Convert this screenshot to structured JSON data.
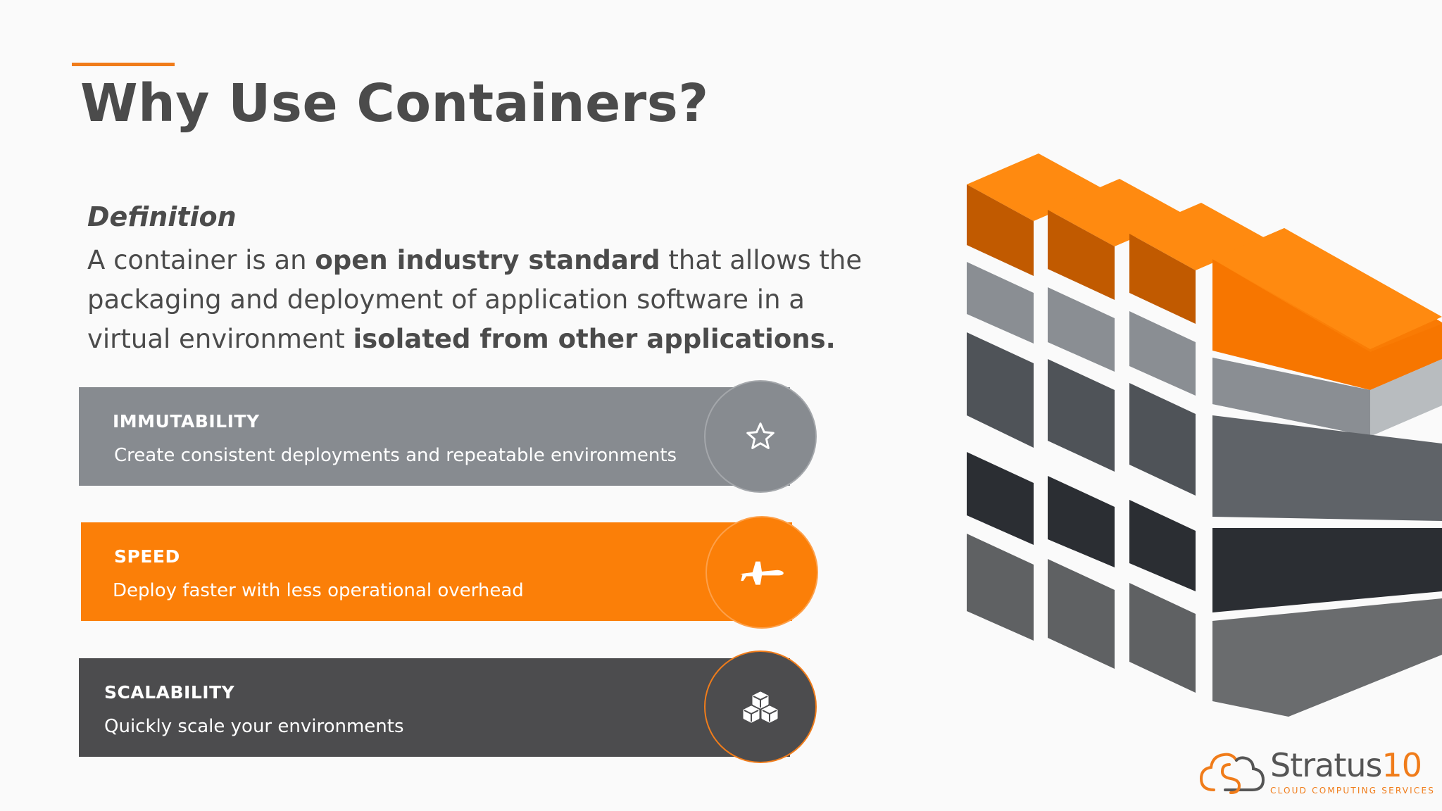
{
  "slide": {
    "title": "Why Use Containers?",
    "definition": {
      "heading": "Definition",
      "parts": [
        {
          "text": "A container is an ",
          "bold": false
        },
        {
          "text": "open industry standard",
          "bold": true
        },
        {
          "text": " that allows the packaging and deployment of application software in a virtual environment ",
          "bold": false
        },
        {
          "text": "isolated from other applications.",
          "bold": true
        }
      ]
    },
    "benefits": [
      {
        "label": "IMMUTABILITY",
        "description": "Create consistent deployments and repeatable environments",
        "icon": "star-icon",
        "color": "#878b90"
      },
      {
        "label": "SPEED",
        "description": "Deploy faster with less operational overhead",
        "icon": "jet-icon",
        "color": "#fb7f08"
      },
      {
        "label": "SCALABILITY",
        "description": "Quickly scale your environments",
        "icon": "cubes-icon",
        "color": "#4c4c4e"
      }
    ]
  },
  "logo": {
    "brand": "Stratus",
    "number": "10",
    "tagline": "CLOUD COMPUTING SERVICES"
  },
  "colors": {
    "accent": "#f07c1a",
    "title": "#4b4b4b",
    "gray_bar": "#878b90",
    "orange_bar": "#fb7f08",
    "dark_bar": "#4c4c4e"
  }
}
